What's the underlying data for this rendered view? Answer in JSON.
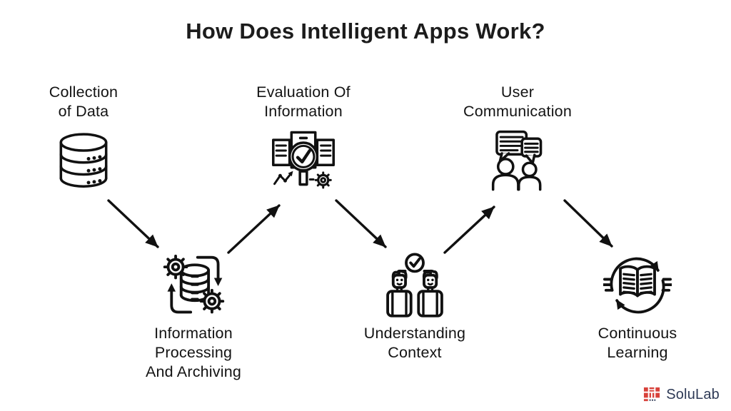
{
  "title": "How Does Intelligent Apps Work?",
  "colors": {
    "background": "#ffffff",
    "ink": "#111111",
    "brand_red": "#d8423b",
    "brand_navy": "#2e3a56"
  },
  "stages": [
    {
      "id": "collection-of-data",
      "label": "Collection\nof Data",
      "icon": "database-icon",
      "row": "top"
    },
    {
      "id": "information-processing-and-archiving",
      "label": "Information\nProcessing\nAnd Archiving",
      "icon": "gears-database-sync-icon",
      "row": "bottom"
    },
    {
      "id": "evaluation-of-information",
      "label": "Evaluation Of\nInformation",
      "icon": "documents-magnifier-check-icon",
      "row": "top"
    },
    {
      "id": "understanding-context",
      "label": "Understanding\nContext",
      "icon": "two-people-check-icon",
      "row": "bottom"
    },
    {
      "id": "user-communication",
      "label": "User\nCommunication",
      "icon": "people-chat-bubbles-icon",
      "row": "top"
    },
    {
      "id": "continuous-learning",
      "label": "Continuous\nLearning",
      "icon": "open-book-refresh-icon",
      "row": "bottom"
    }
  ],
  "arrows": [
    {
      "from": "collection-of-data",
      "to": "information-processing-and-archiving",
      "direction": "down-right"
    },
    {
      "from": "information-processing-and-archiving",
      "to": "evaluation-of-information",
      "direction": "up-right"
    },
    {
      "from": "evaluation-of-information",
      "to": "understanding-context",
      "direction": "down-right"
    },
    {
      "from": "understanding-context",
      "to": "user-communication",
      "direction": "up-right"
    },
    {
      "from": "user-communication",
      "to": "continuous-learning",
      "direction": "down-right"
    }
  ],
  "brand": {
    "name": "SoluLab"
  }
}
